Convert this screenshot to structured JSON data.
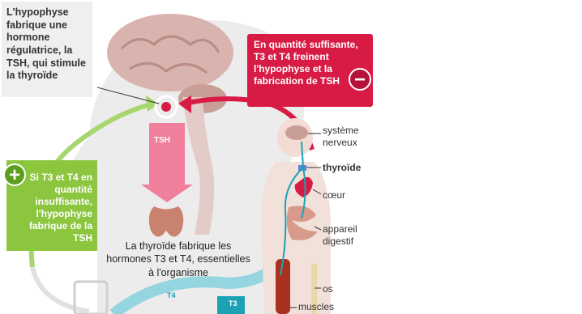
{
  "texts": {
    "hypophysis_box": "L'hypophyse fabrique une hormone régulatrice, la TSH, qui stimule la thyroïde",
    "feedback_box": "En quantité suffisante, T3 et T4 freinent l'hypophyse et la fabrication de TSH",
    "insufficient_box": "Si T3 et T4 en quantité insuffisante, l'hypophyse fabrique de la TSH",
    "thyroid_caption": "La thyroïde fabrique les hormones T3 et T4, essentielles à l'organisme",
    "tsh": "TSH",
    "t3": "T3",
    "t4": "T4"
  },
  "icons": {
    "minus": "−",
    "plus": "+"
  },
  "body_labels": {
    "nervous_system": "système nerveux",
    "thyroid": "thyroïde",
    "heart": "cœur",
    "digestive": "appareil digestif",
    "bones": "os",
    "muscles": "muscles"
  },
  "colors": {
    "red": "#d81b44",
    "green": "#8cc63f",
    "cyan": "#1ba3b3",
    "brain": "#d9b3ad",
    "thyroid": "#c9826e"
  }
}
